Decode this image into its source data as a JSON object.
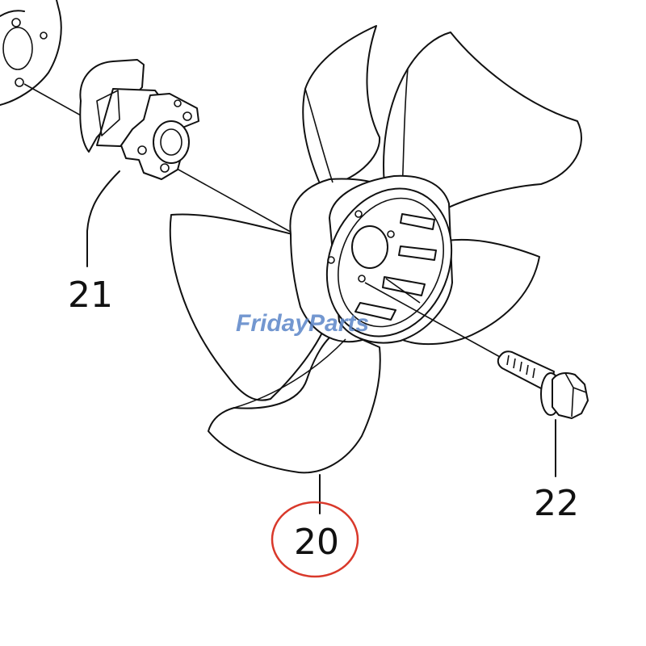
{
  "callouts": [
    {
      "id": "21",
      "label": "21"
    },
    {
      "id": "22",
      "label": "22"
    },
    {
      "id": "20",
      "label": "20",
      "highlighted": true
    }
  ],
  "watermark": {
    "part1": "Friday",
    "part2": "Parts",
    "color_primary": "#5b86c8",
    "color_accent": "#f2a23a"
  },
  "highlight_color": "#d9392b"
}
